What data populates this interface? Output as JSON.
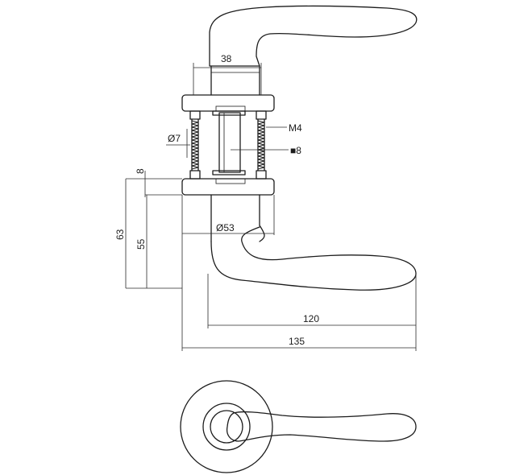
{
  "dimensions": {
    "rose_spacing": "38",
    "thread": "M4",
    "hole_dia": "Ø7",
    "spindle": "■8",
    "rose_thickness": "8",
    "height_63": "63",
    "height_55": "55",
    "rose_dia": "Ø53",
    "lever_120": "120",
    "lever_135": "135"
  }
}
